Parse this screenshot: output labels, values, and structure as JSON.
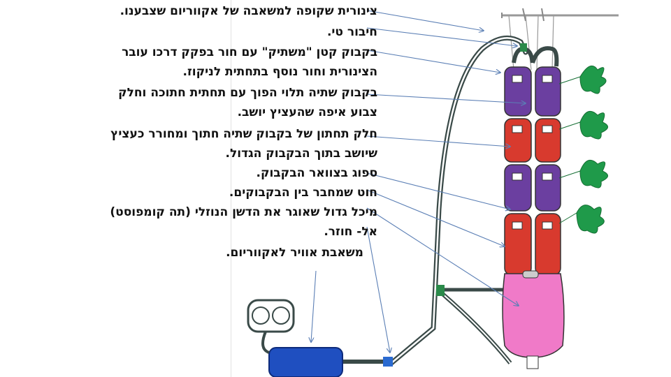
{
  "labels": [
    {
      "id": "l1",
      "text": "צינורית שקופה למשאבה של אקווריום שצבענו."
    },
    {
      "id": "l2",
      "text": "חיבור טי."
    },
    {
      "id": "l3",
      "text": "בקבוק קטן  \"משתיק\" עם חור בפקק דרכו עובר"
    },
    {
      "id": "l4",
      "text": "הצינורית וחור נוסף בתחתית לניקוז."
    },
    {
      "id": "l5",
      "text": "בקבוק שתיה תלוי הפוך עם תחתית חתוכה וחלק"
    },
    {
      "id": "l6",
      "text": "צבוע איפה שהעציץ יושב."
    },
    {
      "id": "l7",
      "text": "חלק תחתון של בקבוק שתיה חתוך ומחורר כעציץ"
    },
    {
      "id": "l8",
      "text": "שיושב בתוך הבקבוק הגדול."
    },
    {
      "id": "l9",
      "text": "ספוג בצוואר הבקבוק."
    },
    {
      "id": "l10",
      "text": "חוט שמחבר בין הבקבוקים."
    },
    {
      "id": "l11",
      "text": "מיכל גדול שאוגר את הדשן הנוזלי (תה קומפוסט)"
    },
    {
      "id": "l12",
      "text": "אל- חוזר."
    },
    {
      "id": "l13",
      "text": "משאבת אוויר לאקווריום."
    }
  ],
  "colors": {
    "tube": "#3a4a48",
    "purple": "#6b3fa0",
    "red": "#d83a2e",
    "pink": "#f07ac8",
    "pump": "#1f4fc0",
    "plant": "#1f9a4a",
    "arrow": "#5b7fb5"
  }
}
